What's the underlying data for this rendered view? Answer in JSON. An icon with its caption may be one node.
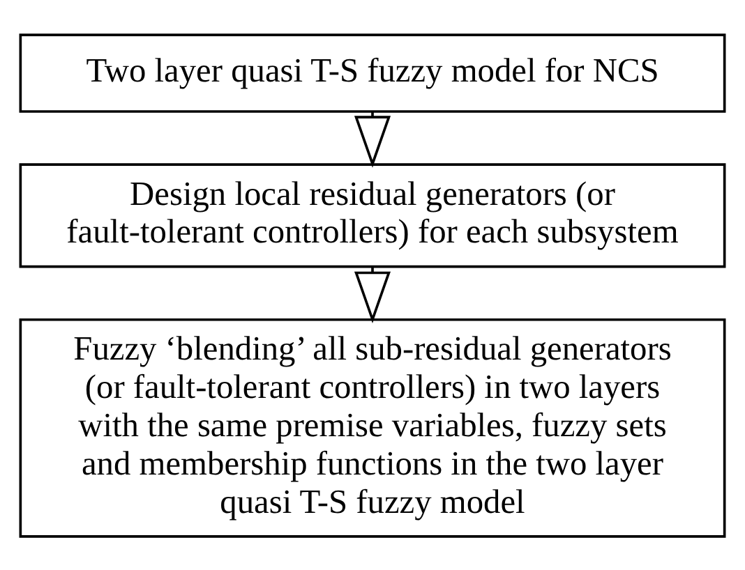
{
  "diagram": {
    "nodes": [
      {
        "text": [
          "Two layer quasi T-S fuzzy model for NCS"
        ]
      },
      {
        "text": [
          "Design local residual generators (or fault-tolerant controllers) for each subsystem"
        ]
      },
      {
        "text": [
          "Fuzzy ‘blending’ all sub-residual generators (or fault-tolerant controllers) in two layers with the same premise variables, fuzzy sets and membership functions in the two layer quasi T-S fuzzy model"
        ]
      }
    ],
    "edges": [
      {
        "from": 0,
        "to": 1,
        "arrow": "to"
      },
      {
        "from": 1,
        "to": 2,
        "arrow": "to"
      }
    ]
  }
}
